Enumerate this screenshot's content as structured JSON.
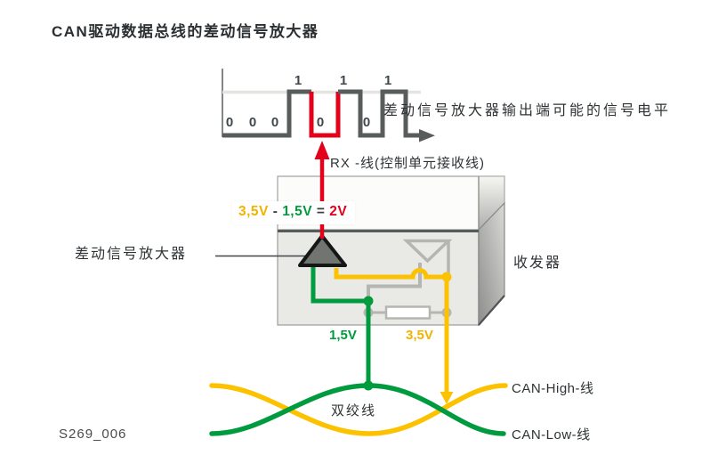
{
  "title": "CAN驱动数据总线的差动信号放大器",
  "waveform": {
    "bits": [
      "0",
      "0",
      "0",
      "1",
      "0",
      "1",
      "0",
      "1"
    ],
    "output_label": "差动信号放大器输出端可能的信号电平",
    "rx_label": "RX -线(控制单元接收线)"
  },
  "equation": {
    "a": "3,5V",
    "op1": "-",
    "b": "1,5V",
    "op2": "=",
    "c": "2V"
  },
  "amplifier_label": "差动信号放大器",
  "transceiver_label": "收发器",
  "voltages": {
    "low": "1,5V",
    "high": "3,5V"
  },
  "twisted_pair_label": "双绞线",
  "can_high_label": "CAN-High-线",
  "can_low_label": "CAN-Low-线",
  "figure_id": "S269_006",
  "colors": {
    "red": "#e2001a",
    "yellow": "#fcc200",
    "green": "#009b3e",
    "wire_gray": "#b5b5b2",
    "dark_gray": "#565b5c",
    "light_gray": "#e4e4e1"
  }
}
